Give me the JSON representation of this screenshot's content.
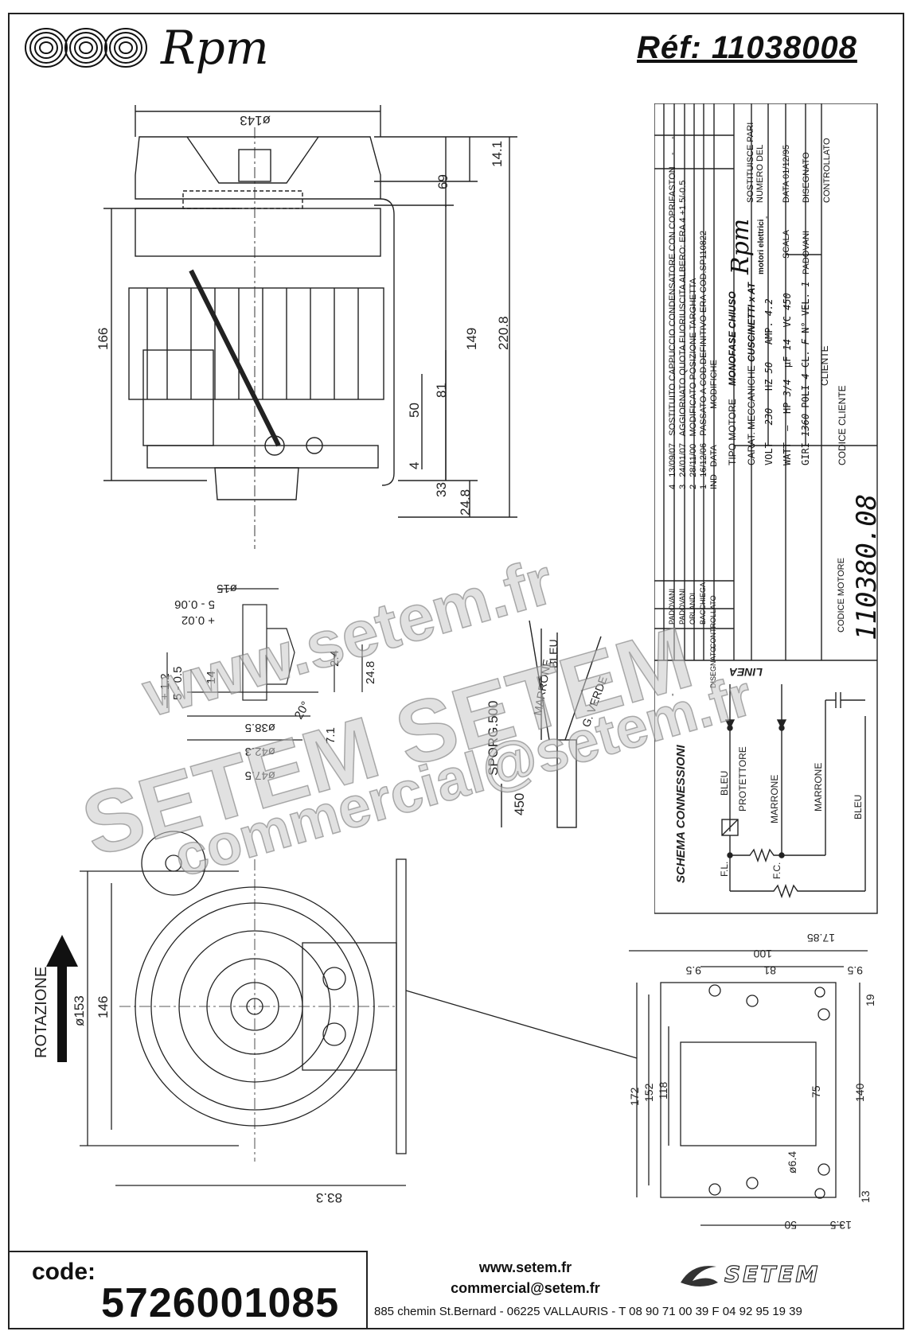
{
  "header": {
    "brand": "Rpm",
    "reference": "Réf:  11038008"
  },
  "drawing": {
    "dims_top": [
      "ø143",
      "14.1",
      "69",
      "166",
      "149",
      "220.8",
      "81",
      "50",
      "4",
      "33",
      "24.8"
    ],
    "dims_shaft": [
      "ø15",
      "5 - 0.06",
      "+ 0.02",
      "+ 1.2",
      "5 - 0.5",
      "14",
      "2.4",
      "24.8",
      "7.1",
      "20°",
      "ø38.5",
      "ø42.3",
      "ø47.5"
    ],
    "cable": {
      "marrone": "MARRONE",
      "bleu": "BLEU",
      "gverde": "G. VERDE",
      "sporg": "SPORG.500",
      "len": "450"
    },
    "front": {
      "rotation": "ROTAZIONE",
      "d153": "ø153",
      "d146": "146",
      "d83": "83.3"
    },
    "plate": [
      "17.85",
      "100",
      "9.5",
      "81",
      "9.5",
      "19",
      "172",
      "152",
      "118",
      "75",
      "140",
      "ø6.4",
      "13",
      "50",
      "13.5"
    ]
  },
  "title_block": {
    "revisions": [
      {
        "ind": "4",
        "data": "13/09/07",
        "text": "SOSTITUITO CAPPUCCIO CONDENSATORE CON COPRIFASTON",
        "by": "PADOVANI"
      },
      {
        "ind": "3",
        "data": "24/01/07",
        "text": "AGGIORNATO QUOTA FUORIUSCITA ALBERO: ERA 4 +1.5/-0.5",
        "by": "PADOVANI"
      },
      {
        "ind": "2",
        "data": "28/11/00",
        "text": "MODIFICATO POSIZIONE TARGHETTA",
        "by": "ORLANDI"
      },
      {
        "ind": "1",
        "data": "16/12/06",
        "text": "PASSATO A COD.DEFINITIVO ERA COD.SP110822",
        "by": "BACCHIEGA"
      }
    ],
    "rev_header": {
      "ind": "IND",
      "data": "DATA",
      "mod": "MODIFICHE",
      "dis": "DISEGNATO",
      "ctrl": "CONTROLLATO"
    },
    "rev_top": {
      "a": "-",
      "b": "-",
      "c": "-"
    },
    "company": {
      "brand": "Rpm",
      "sub": "motori elettrici"
    },
    "tipo_motore": {
      "label": "TIPO MOTORE",
      "value": "MONOFASE CHIUSO"
    },
    "carat_meccaniche": {
      "label": "CARAT. MECCANICHE",
      "value": "CUSCINETTI x AT"
    },
    "specs": {
      "volt_l": "VOLT",
      "volt": "230",
      "hz_l": "HZ",
      "hz": "50",
      "amp_l": "AMP.",
      "amp": "4.2",
      "watt_l": "WATT",
      "watt": "—",
      "hp_l": "HP",
      "hp": "3/4",
      "uf_l": "µF",
      "uf": "14",
      "vc_l": "VC",
      "vc": "450",
      "giri_l": "GIRI",
      "giri": "1360",
      "poli_l": "POLI",
      "poli": "4",
      "cl_l": "CL.",
      "cl": "F",
      "vel_l": "N° VEL.",
      "vel": "1"
    },
    "cliente_label": "CLIENTE",
    "codice_cliente": "CODICE CLIENTE",
    "codice_motore_label": "CODICE MOTORE",
    "codice_motore": "110380.08",
    "sostituisce": "SOSTITUISCE PARI NUMERO DEL",
    "sostituisce_val": "-",
    "data_label": "DATA  01/12/95",
    "scala": "SCALA",
    "disegnato": "DISEGNATO",
    "disegnato_val": "PADOVANI",
    "controllato": "CONTROLLATO"
  },
  "schema": {
    "title": "SCHEMA CONNESSIONI",
    "linea": "LINEA",
    "bleu": "BLEU",
    "protettore": "PROTETTORE",
    "marrone": "MARRONE",
    "marrone2": "MARRONE",
    "bleu2": "BLEU",
    "fl": "F.L.",
    "fc": "F.C."
  },
  "watermarks": [
    "www.setem.fr",
    "SETEM SETEM",
    "commercial@setem.fr"
  ],
  "footer": {
    "code_label": "code:",
    "code_value": "5726001085",
    "web": "www.setem.fr",
    "email": "commercial@setem.fr",
    "address": "885 chemin St.Bernard  -  06225 VALLAURIS  -  T 08 90 71 00 39   F 04 92 95 19 39",
    "setem": "SETEM"
  }
}
